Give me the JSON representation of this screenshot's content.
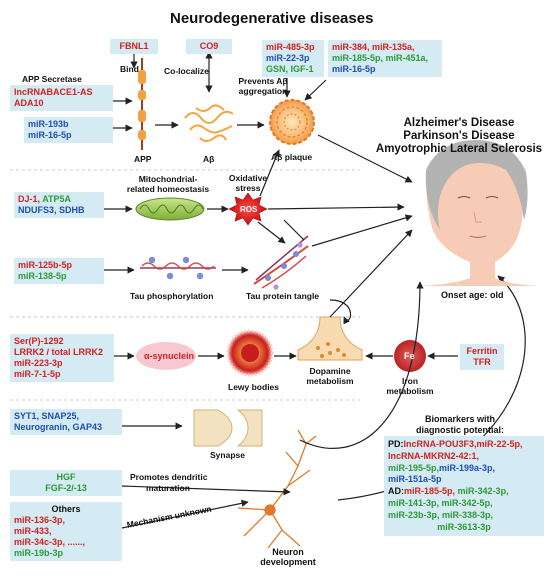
{
  "title": "Neurodegenerative diseases",
  "diseases": [
    "Alzheimer's Disease",
    "Parkinson's Disease",
    "Amyotrophic Lateral Sclerosis"
  ],
  "onset": "Onset age: old",
  "colors": {
    "red": "#d6201e",
    "blue": "#1f4eb5",
    "green": "#2c9a34",
    "box": "#d5ebf4",
    "ros": "#e21b1b",
    "fe": "#d43b3b"
  },
  "row1": {
    "app_secretase_title": "APP Secretase",
    "app_secretase_items": [
      "lncRNABACE1-AS",
      "ADA10"
    ],
    "mir_box": [
      "miR-193b",
      "miR-16-5p"
    ],
    "fbnl1": "FBNL1",
    "co9": "CO9",
    "bind": "Bind",
    "colocalize": "Co-localize",
    "prevents": "Prevents Aβ",
    "aggregation": "aggregation",
    "mir_485": "miR-485-3p",
    "mir_22": "miR-22-3p",
    "gsn_igf": "GSN, IGF-1",
    "mir_384_a": "miR-384, miR-135a,",
    "mir_384_b": "miR-185-5p, miR-451a,",
    "mir_384_c": "miR-16-5p",
    "app": "APP",
    "abeta": "Aβ",
    "abeta_plaque": "Aβ plaque"
  },
  "row2": {
    "dj1": "DJ-1,",
    "atp5a": "ATP5A",
    "ndufs3": "NDUFS3, SDHB",
    "mito_a": "Mitochondrial-",
    "mito_b": "related homeostasis",
    "ox_a": "Oxidative",
    "ox_b": "stress",
    "ros": "ROS"
  },
  "row3": {
    "mir125": "miR-125b-5p",
    "mir138": "miR-138-5p",
    "tau_phos": "Tau phosphorylation",
    "tau_tangle": "Tau protein tangle"
  },
  "row4": {
    "lrrk_items": [
      "Ser(P)-1292",
      "LRRK2 / total LRRK2",
      "miR-223-3p",
      "miR-7-1-5p"
    ],
    "syn": "α-synuclein",
    "lewy": "Lewy bodies",
    "dopa_a": "Dopamine",
    "dopa_b": "metabolism",
    "fe": "Fe",
    "iron_a": "Iron",
    "iron_b": "metabolism",
    "ferritin": "Ferritin",
    "tfr": "TFR"
  },
  "row5": {
    "syt1_a": "SYT1, SNAP25,",
    "syt1_b": "Neurogranin,  GAP43",
    "synapse": "Synapse",
    "hgf": "HGF",
    "fgf": "FGF-2/-13",
    "promotes_a": "Promotes dendritic",
    "promotes_b": "maturation",
    "others": "Others",
    "others_items": [
      "miR-136-3p,",
      "miR-433,",
      "miR-34c-3p,    ......,",
      "miR-19b-3p"
    ],
    "unknown": "Mechanism unknown",
    "neuron_a": "Neuron",
    "neuron_b": "development"
  },
  "biomarkers": {
    "title_a": "Biomarkers with",
    "title_b": "diagnostic potential:",
    "pd_label": "PD:",
    "pd_1": "lncRNA-POU3F3,",
    "pd_2": "miR-22-5p,",
    "pd_3": "lncRNA-MKRN2-42:1,",
    "pd_4": "miR-195-5p,",
    "pd_5": "miR-199a-3p,",
    "pd_6": "miR-151a-5p",
    "ad_label": "AD:",
    "ad_1": "miR-185-5p,",
    "ad_2": "miR-342-3p,",
    "ad_3": "miR-141-3p,",
    "ad_4": "miR-342-5p,",
    "ad_5": "miR-23b-3p,",
    "ad_6": "miR-338-3p,",
    "ad_7": "miR-3613-3p"
  }
}
